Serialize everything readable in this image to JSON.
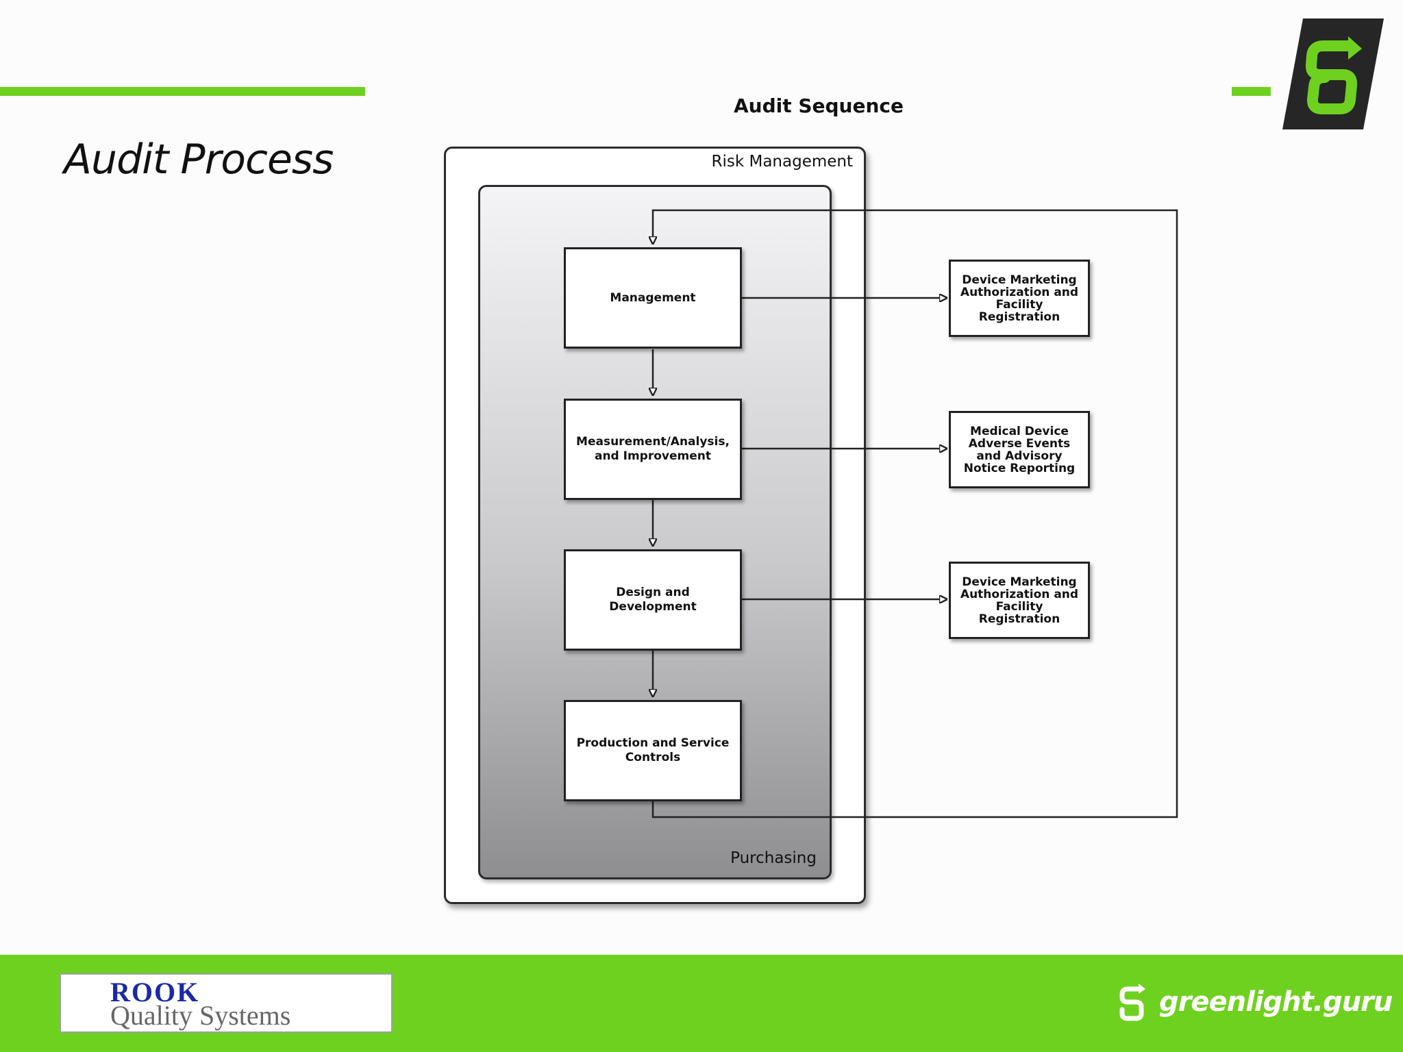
{
  "slide": {
    "title": "Audit Process"
  },
  "diagram": {
    "title": "Audit Sequence",
    "outer_label": "Risk Management",
    "inner_label": "Purchasing",
    "process_steps": [
      "Management",
      "Measurement/Analysis, and Improvement",
      "Design and Development",
      "Production and Service Controls"
    ],
    "side_boxes": [
      "Device Marketing Authorization and Facility Registration",
      "Medical Device Adverse Events and Advisory Notice Reporting",
      "Device Marketing Authorization and Facility Registration"
    ]
  },
  "footer": {
    "partner_logo": {
      "name": "ROOK",
      "subtitle": "Quality Systems"
    },
    "brand": "greenlight.guru"
  },
  "colors": {
    "accent_green": "#6fd11f",
    "logo_dark": "#262626",
    "rook_blue": "#1a2aa8"
  },
  "icons": {
    "top_right_logo": "greenlight-guru-g-logo-icon",
    "footer_logo": "greenlight-guru-g-icon"
  }
}
